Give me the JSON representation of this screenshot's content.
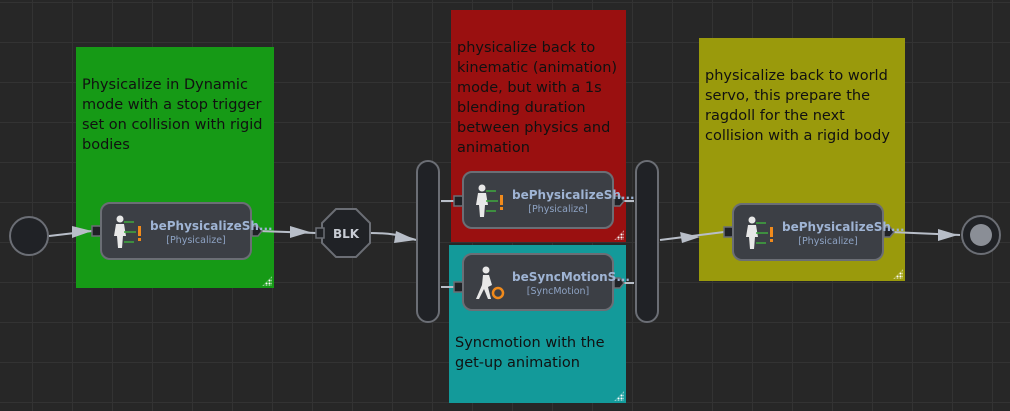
{
  "comments": [
    {
      "text": "Physicalize in Dynamic mode with a stop trigger set on collision with rigid bodies",
      "color": "#169a16"
    },
    {
      "text": "physicalize back to kinematic (animation) mode, but with a 1s blending duration between physics and animation",
      "color": "#9a1010"
    },
    {
      "text": "Syncmotion with the get-up animation",
      "color": "#139a9a"
    },
    {
      "text": "physicalize back to world servo, this prepare the ragdoll for the next collision with a rigid body",
      "color": "#9a9a0c"
    }
  ],
  "nodes": [
    {
      "title": "bePhysicalizeSh...",
      "sub": "[Physicalize]",
      "icon": "physicalize-icon"
    },
    {
      "title": "bePhysicalizeSh...",
      "sub": "[Physicalize]",
      "icon": "physicalize-icon"
    },
    {
      "title": "beSyncMotionS...",
      "sub": "[SyncMotion]",
      "icon": "sync-motion-icon"
    },
    {
      "title": "bePhysicalizeSh...",
      "sub": "[Physicalize]",
      "icon": "physicalize-icon"
    }
  ],
  "blk": {
    "label": "BLK"
  }
}
